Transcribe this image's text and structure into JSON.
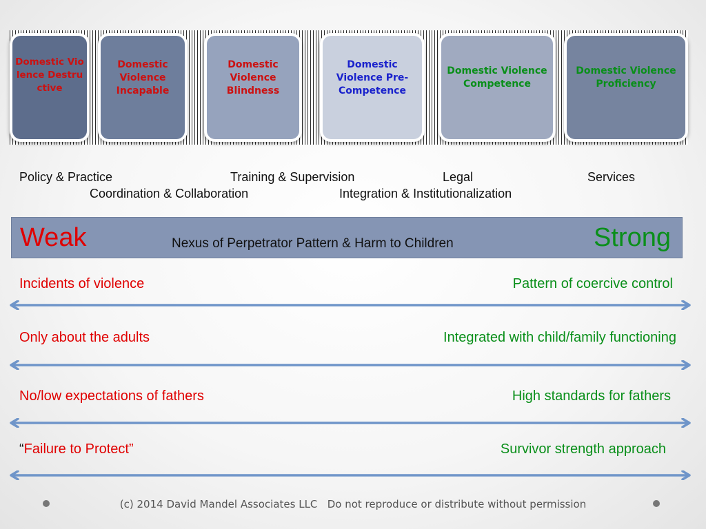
{
  "stages": [
    {
      "label": "Domestic Violence Destructive",
      "bg": "#5d6d8c",
      "color": "#cc1111"
    },
    {
      "label": "Domestic Violence Incapable",
      "bg": "#6e7e9c",
      "color": "#cc1111"
    },
    {
      "label": "Domestic Violence Blindness",
      "bg": "#96a3bd",
      "color": "#cc1111"
    },
    {
      "label": "Domestic Violence Pre-Competence",
      "bg": "#c9d0de",
      "color": "#1a22cc"
    },
    {
      "label": "Domestic Violence Competence",
      "bg": "#a0aac0",
      "color": "#0a8f1a"
    },
    {
      "label": "Domestic Violence Proficiency",
      "bg": "#76849f",
      "color": "#0a8f1a"
    }
  ],
  "domains": {
    "policy": "Policy & Practice",
    "training": "Training & Supervision",
    "legal": "Legal",
    "services": "Services",
    "coordination": "Coordination & Collaboration",
    "integration": "Integration & Institutionalization"
  },
  "bar": {
    "weak": "Weak",
    "nexus": "Nexus of Perpetrator Pattern & Harm to Children",
    "strong": "Strong"
  },
  "continua": [
    {
      "left": "Incidents of violence",
      "right": "Pattern of coercive control"
    },
    {
      "left": "Only about the adults",
      "right": "Integrated with child/family functioning"
    },
    {
      "left": "No/low expectations of fathers",
      "right": "High standards for fathers"
    },
    {
      "left_open_quote": "“",
      "left": "Failure to Protect”",
      "right": "Survivor strength approach"
    }
  ],
  "footer": {
    "text": "(c) 2014 David Mandel Associates LLC   Do not reproduce or distribute without permission"
  },
  "colors": {
    "weak": "#e00000",
    "strong": "#0a8f1a",
    "arrow": "#6f95c9",
    "bar_bg": "#8595b4"
  }
}
